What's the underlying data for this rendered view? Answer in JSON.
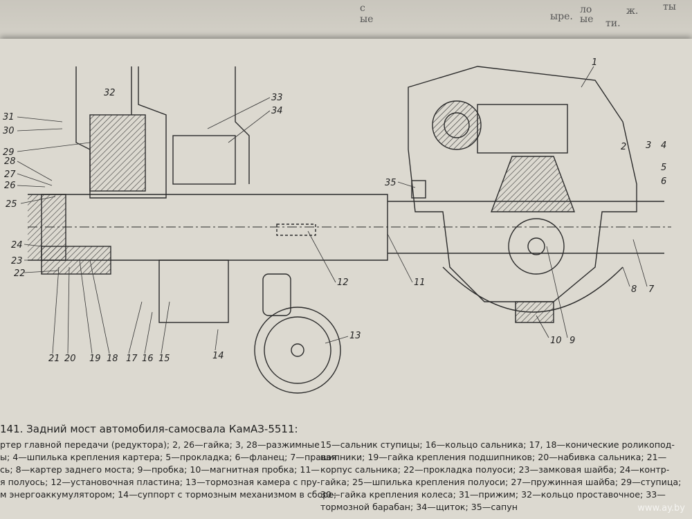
{
  "prev_page_fragments": [
    "ты",
    "ж.",
    "ло",
    "ые",
    "ти.",
    "с",
    "ые",
    "ыре."
  ],
  "callouts": [
    {
      "n": "1"
    },
    {
      "n": "2"
    },
    {
      "n": "3"
    },
    {
      "n": "4"
    },
    {
      "n": "5"
    },
    {
      "n": "6"
    },
    {
      "n": "7"
    },
    {
      "n": "8"
    },
    {
      "n": "9"
    },
    {
      "n": "10"
    },
    {
      "n": "11"
    },
    {
      "n": "12"
    },
    {
      "n": "13"
    },
    {
      "n": "14"
    },
    {
      "n": "15"
    },
    {
      "n": "16"
    },
    {
      "n": "17"
    },
    {
      "n": "18"
    },
    {
      "n": "19"
    },
    {
      "n": "20"
    },
    {
      "n": "21"
    },
    {
      "n": "22"
    },
    {
      "n": "23"
    },
    {
      "n": "24"
    },
    {
      "n": "25"
    },
    {
      "n": "26"
    },
    {
      "n": "27"
    },
    {
      "n": "28"
    },
    {
      "n": "29"
    },
    {
      "n": "30"
    },
    {
      "n": "31"
    },
    {
      "n": "32"
    },
    {
      "n": "33"
    },
    {
      "n": "34"
    },
    {
      "n": "35"
    }
  ],
  "caption": "141. Задний мост автомобиля-самосвала КамАЗ-5511:",
  "legend_left": [
    "ртер главной передачи (редуктора); 2, 26—гайка; 3, 28—разжимные",
    "ы; 4—шпилька крепления картера; 5—прокладка; 6—фланец; 7—правая",
    "сь; 8—картер заднего моста; 9—пробка; 10—магнитная пробка; 11—",
    "я полуось; 12—установочная пластина; 13—тормозная камера с пру-",
    "м энергоаккумулятором; 14—суппорт с тормозным механизмом в сборе;"
  ],
  "legend_right": [
    "15—сальник ступицы; 16—кольцо сальника; 17, 18—конические роликопод-",
    "шипники; 19—гайка крепления подшипников; 20—набивка сальника; 21—",
    "корпус сальника; 22—прокладка полуоси; 23—замковая шайба; 24—контр-",
    "гайка; 25—шпилька крепления полуоси; 27—пружинная шайба; 29—ступица;",
    "30—гайка крепления колеса; 31—прижим; 32—кольцо проставочное; 33—",
    "тормозной барабан; 34—щиток; 35—сапун"
  ],
  "watermark": "www.ay.by"
}
